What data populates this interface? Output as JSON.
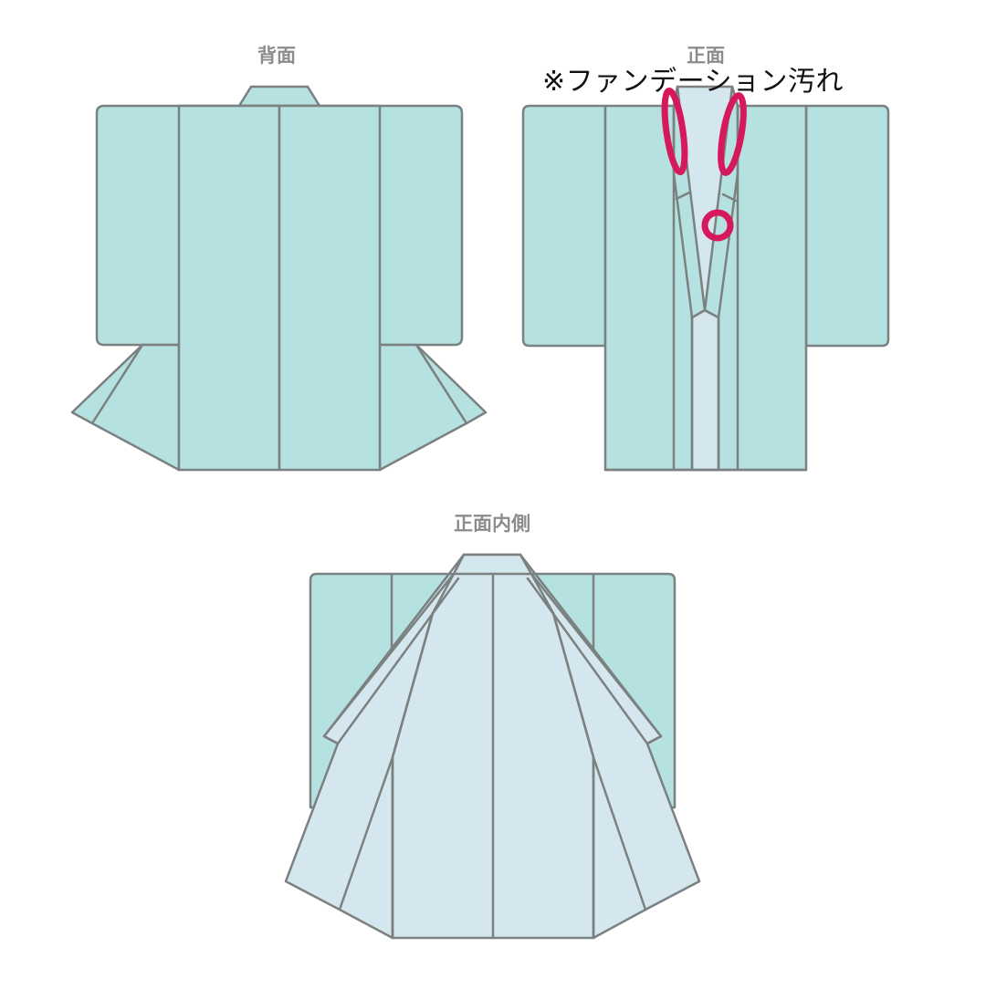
{
  "views": {
    "back": {
      "label": "背面"
    },
    "front": {
      "label": "正面"
    },
    "front_inside": {
      "label": "正面内側"
    }
  },
  "annotation": {
    "text": "※ファンデーション汚れ",
    "marks": [
      {
        "shape": "ellipse",
        "location": "front-left-collar"
      },
      {
        "shape": "ellipse",
        "location": "front-right-collar"
      },
      {
        "shape": "circle",
        "location": "front-right-collar-lower"
      }
    ]
  },
  "colors": {
    "outer_fabric": "#b5e1e0",
    "lining_fabric": "#d5e7ee",
    "outline": "#7b8080",
    "stain_marker": "#d6185c",
    "label_text": "#8c8c8c",
    "annotation_text": "#111111"
  }
}
